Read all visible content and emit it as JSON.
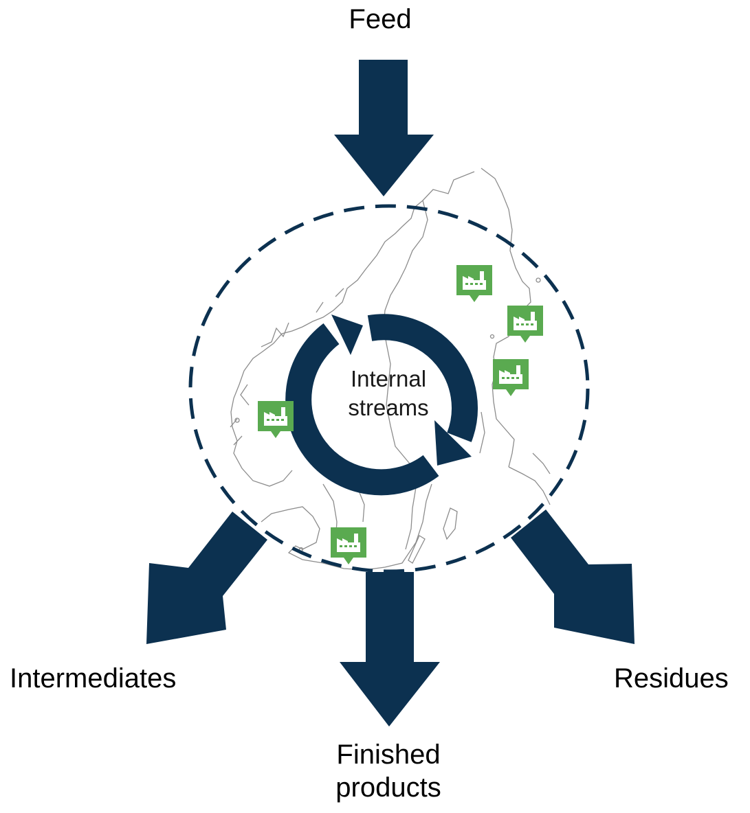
{
  "labels": {
    "feed": "Feed",
    "center_line1": "Internal",
    "center_line2": "streams",
    "intermediates": "Intermediates",
    "finished_line1": "Finished",
    "finished_line2": "products",
    "residues": "Residues"
  },
  "colors": {
    "arrow": "#0c3150",
    "dashed_circle": "#0c3150",
    "factory_marker": "#5aaa50",
    "map_lines": "#8c8c8c",
    "text": "#000000"
  },
  "icons": {
    "factory_marker": "factory-icon",
    "cycle": "cycle-arrows-icon"
  }
}
